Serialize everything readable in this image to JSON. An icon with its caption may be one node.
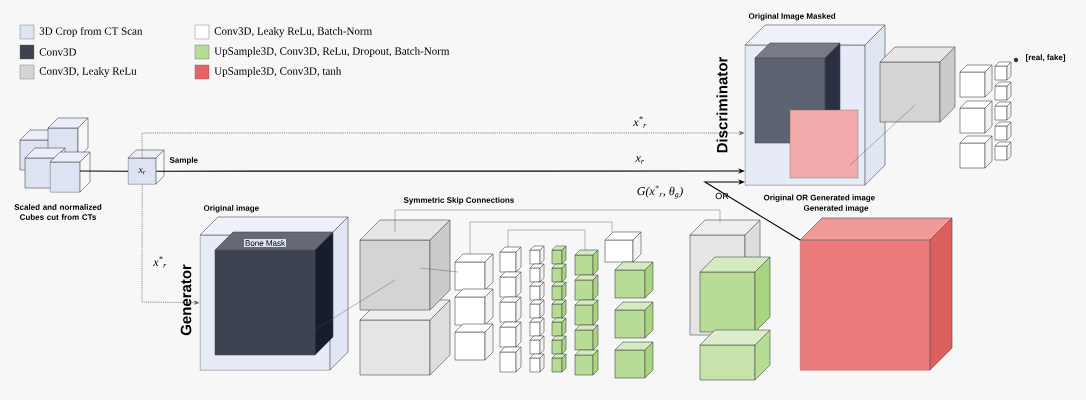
{
  "diagram": {
    "nodes": [
      {
        "text": [
          "Scaled and normalized Cubes cut from CTs"
        ]
      },
      {
        "text": [
          "x$_{r}$"
        ]
      },
      {
        "text": [
          "Original image",
          "Bone Mask"
        ]
      },
      {
        "text": [
          "Generated image"
        ]
      },
      {
        "text": [
          "Original Image Masked",
          "Original OR Generated image"
        ]
      }
    ],
    "edges": [
      {
        "from": 0,
        "to": 1,
        "arrow": "none"
      },
      {
        "from": 1,
        "to": 4,
        "arrow": "to",
        "label": "x$_{r}$"
      },
      {
        "from": 1,
        "to": 4,
        "arrow": "to",
        "label": "x$^{*}$$_{r}$",
        "style": "dashed",
        "color": "#666666"
      },
      {
        "from": 1,
        "to": 2,
        "arrow": "to",
        "label": "x$^{*}$$_{r}$",
        "style": "dashed",
        "color": "#666666"
      },
      {
        "from": 3,
        "to": 4,
        "arrow": "to",
        "label": "G(x$^{*}$$_{r}$, θ$_{g}$)"
      }
    ],
    "labels": [
      "Discriminator",
      "[real, fake]",
      "Sample",
      "OR",
      "Symmetric Skip Connections",
      "Generator"
    ],
    "legend": [
      {
        "text": "3D Crop from CT Scan",
        "color": "#dde3f3"
      },
      {
        "text": "Conv3D",
        "color": "#3d4352"
      },
      {
        "text": "Conv3D, Leaky ReLu",
        "color": "#d4d4d4"
      },
      {
        "text": "Conv3D, Leaky ReLu, Batch-Norm",
        "color": "#ffffff"
      },
      {
        "text": "UpSample3D, Conv3D, ReLu, Dropout, Batch-Norm",
        "color": "#b7dc95"
      },
      {
        "text": "UpSample3D, Conv3D, tanh",
        "color": "#e86464"
      }
    ]
  }
}
